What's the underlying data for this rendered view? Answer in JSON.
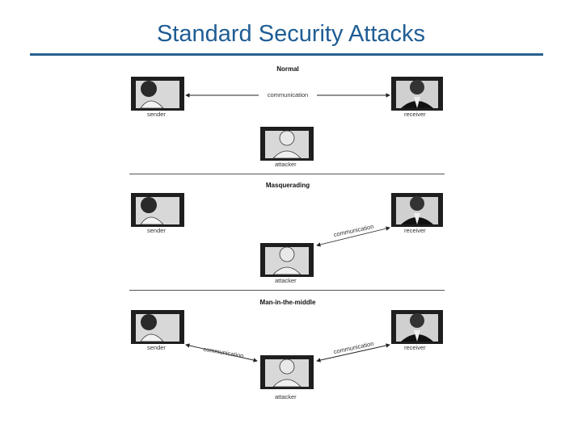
{
  "slide": {
    "title": "Standard Security Attacks"
  },
  "panels": [
    {
      "title": "Normal",
      "sender": "sender",
      "receiver": "receiver",
      "attacker": "attacker",
      "link1": "communication"
    },
    {
      "title": "Masquerading",
      "sender": "sender",
      "receiver": "receiver",
      "attacker": "attacker",
      "link1": "communication"
    },
    {
      "title": "Man-in-the-middle",
      "sender": "sender",
      "receiver": "receiver",
      "attacker": "attacker",
      "link1": "communication",
      "link2": "communication"
    }
  ],
  "colors": {
    "title": "#1f5d94",
    "rule": "#2a5f8f"
  }
}
